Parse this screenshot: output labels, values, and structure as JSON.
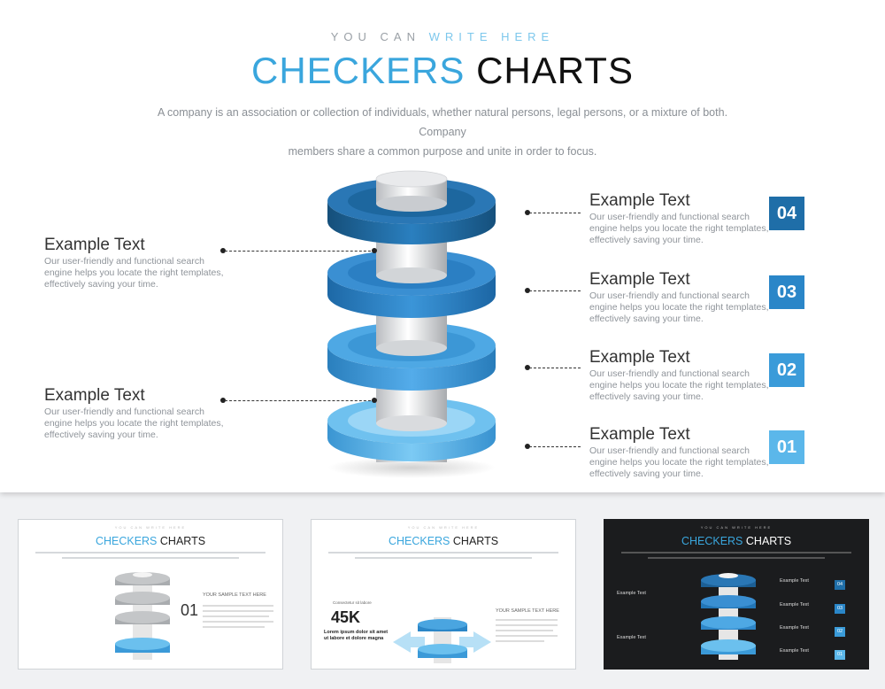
{
  "header": {
    "kicker_plain": "YOU CAN",
    "kicker_highlight": "WRITE HERE",
    "title_highlight": "CHECKERS",
    "title_plain": "CHARTS",
    "subtitle_line1": "A company is an association or collection of individuals, whether natural persons, legal persons, or a mixture of both. Company",
    "subtitle_line2": "members share a common purpose and unite in order to focus."
  },
  "left_callouts": [
    {
      "title": "Example Text",
      "body": [
        "Our user-friendly and functional search",
        "engine helps you locate the right templates,",
        "effectively saving your time."
      ]
    },
    {
      "title": "Example Text",
      "body": [
        "Our user-friendly and functional search",
        "engine helps you locate the right templates,",
        "effectively saving your time."
      ]
    }
  ],
  "right_callouts": [
    {
      "title": "Example Text",
      "body": [
        "Our user-friendly and functional search",
        "engine helps you locate the right templates,",
        "effectively saving your time."
      ],
      "badge": "04",
      "color": "#1f6ea8"
    },
    {
      "title": "Example Text",
      "body": [
        "Our user-friendly and functional search",
        "engine helps you locate the right templates,",
        "effectively saving your time."
      ],
      "badge": "03",
      "color": "#2a86c8"
    },
    {
      "title": "Example Text",
      "body": [
        "Our user-friendly and functional search",
        "engine helps you locate the right templates,",
        "effectively saving your time."
      ],
      "badge": "02",
      "color": "#3a9bd9"
    },
    {
      "title": "Example Text",
      "body": [
        "Our user-friendly and functional search",
        "engine helps you locate the right templates,",
        "effectively saving your time."
      ],
      "badge": "01",
      "color": "#5bb7ea"
    }
  ],
  "thumbnails": {
    "title_highlight": "CHECKERS",
    "title_plain": "CHARTS",
    "kicker": "YOU CAN WRITE HERE",
    "thumb1": {
      "number": "01",
      "heading": "YOUR SAMPLE TEXT HERE"
    },
    "thumb2": {
      "small_label": "Consectetur sit labore",
      "big_number": "45K",
      "caption_line1": "Lorem ipsum dolor sit amet",
      "caption_line2": "ut labore et dolore magna",
      "heading": "YOUR SAMPLE TEXT HERE"
    },
    "thumb3": {
      "left_labels": [
        "Example Text",
        "Example Text"
      ],
      "right_labels": [
        "Example Text",
        "Example Text",
        "Example Text",
        "Example Text"
      ],
      "badges": [
        "04",
        "03",
        "02",
        "01"
      ]
    }
  },
  "colors": {
    "ring_top": "#1f6ea8",
    "ring_2": "#2a86c8",
    "ring_3": "#3a9bd9",
    "ring_bottom": "#5bb7ea",
    "accent": "#3aa6dd"
  }
}
